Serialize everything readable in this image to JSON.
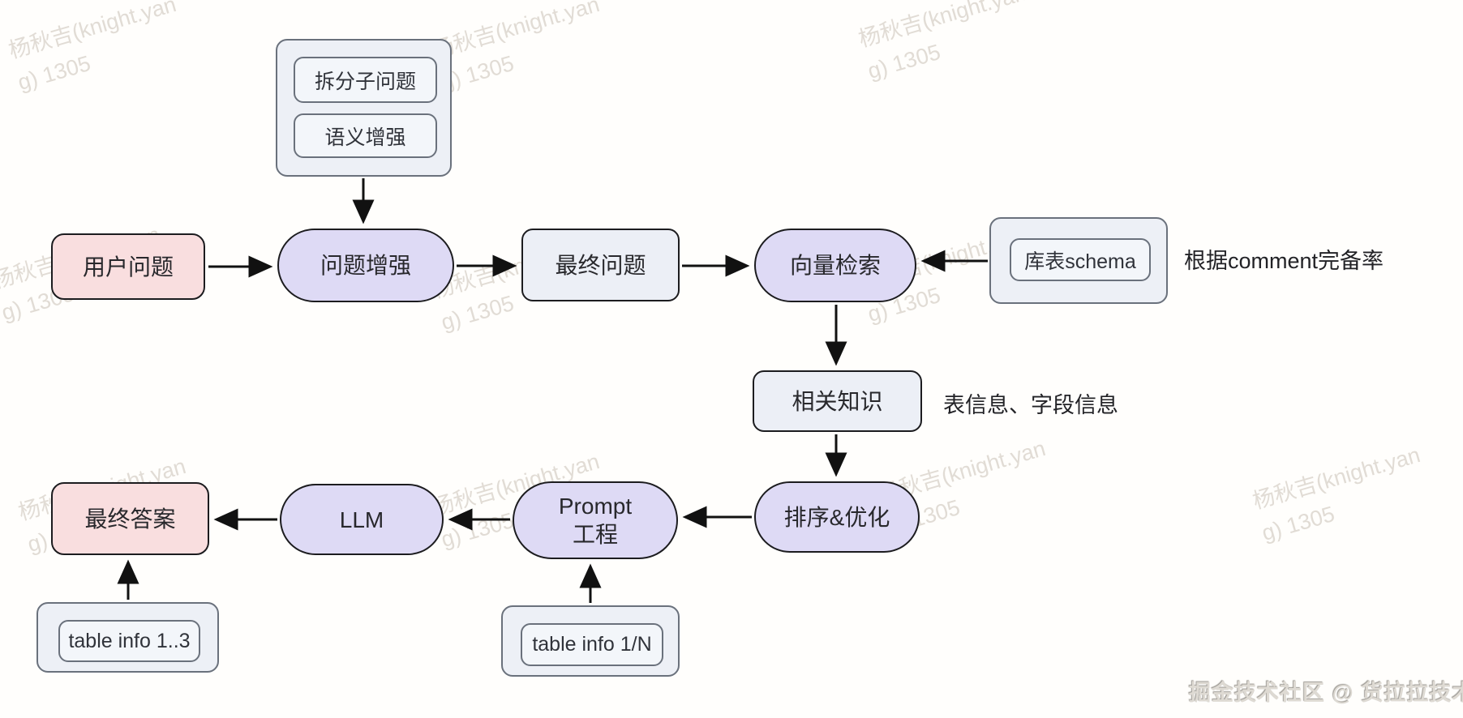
{
  "diagram": {
    "nodes": {
      "augment_container": {
        "items": [
          "拆分子问题",
          "语义增强"
        ]
      },
      "user_question": "用户问题",
      "question_augment": "问题增强",
      "final_question": "最终问题",
      "vector_search": "向量检索",
      "schema_container": {
        "item": "库表schema"
      },
      "knowledge": "相关知识",
      "sort_optimize": "排序&优化",
      "prompt_line1": "Prompt",
      "prompt_line2": "工程",
      "llm": "LLM",
      "final_answer": "最终答案",
      "table_info_3": "table info 1..3",
      "table_info_n": "table info 1/N"
    },
    "annotations": {
      "comment_rate": "根据comment完备率",
      "table_field_info": "表信息、字段信息"
    },
    "edges": [
      {
        "from": "augment_container",
        "to": "question_augment"
      },
      {
        "from": "user_question",
        "to": "question_augment"
      },
      {
        "from": "question_augment",
        "to": "final_question"
      },
      {
        "from": "final_question",
        "to": "vector_search"
      },
      {
        "from": "schema_container",
        "to": "vector_search"
      },
      {
        "from": "vector_search",
        "to": "knowledge"
      },
      {
        "from": "knowledge",
        "to": "sort_optimize"
      },
      {
        "from": "sort_optimize",
        "to": "prompt"
      },
      {
        "from": "prompt",
        "to": "llm"
      },
      {
        "from": "llm",
        "to": "final_answer"
      },
      {
        "from": "table_info_3",
        "to": "final_answer"
      },
      {
        "from": "table_info_n",
        "to": "prompt"
      }
    ],
    "colors": {
      "pink_fill": "#f9dedf",
      "purple_fill": "#dedaf5",
      "light_fill": "#eceff6",
      "container_fill": "#edf0f6",
      "inner_fill": "#f3f6fa",
      "node_border": "#1c1c1f",
      "container_border": "#6a717c",
      "arrow": "#111111"
    },
    "watermark": "杨秋吉(knight.yan\ng) 1305",
    "caption": "掘金技术社区 @ 货拉拉技术"
  }
}
